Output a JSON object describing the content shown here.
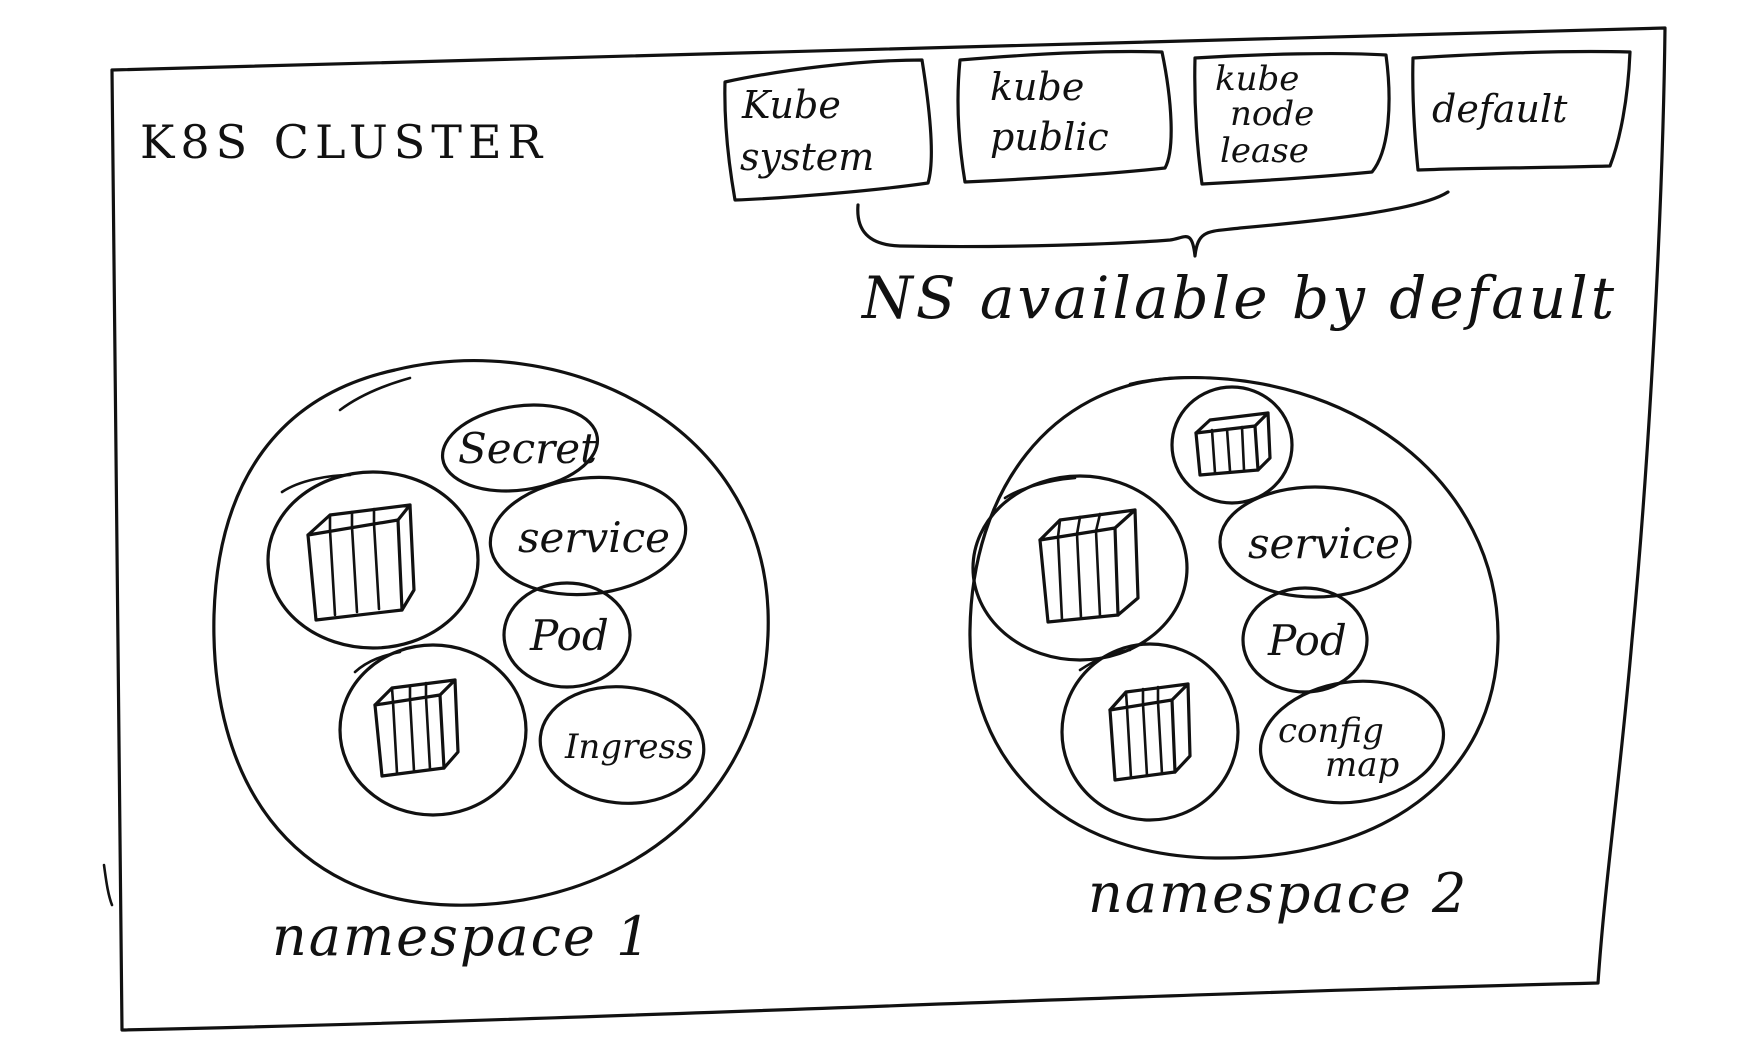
{
  "cluster": {
    "title": "K8S CLUSTER"
  },
  "default_namespaces": {
    "boxes": [
      {
        "lines": [
          "Kube",
          "system"
        ]
      },
      {
        "lines": [
          "kube",
          "public"
        ]
      },
      {
        "lines": [
          "kube",
          "node",
          "lease"
        ]
      },
      {
        "lines": [
          "default"
        ]
      }
    ],
    "caption": "NS available by default"
  },
  "namespaces": [
    {
      "name": "namespace 1",
      "resources": [
        "Secret",
        "service",
        "Pod",
        "Ingress"
      ],
      "icons": [
        "container-icon",
        "container-icon"
      ]
    },
    {
      "name": "namespace 2",
      "resources": [
        "service",
        "Pod",
        "config",
        "map"
      ],
      "icons": [
        "container-icon",
        "container-icon",
        "container-icon"
      ]
    }
  ]
}
